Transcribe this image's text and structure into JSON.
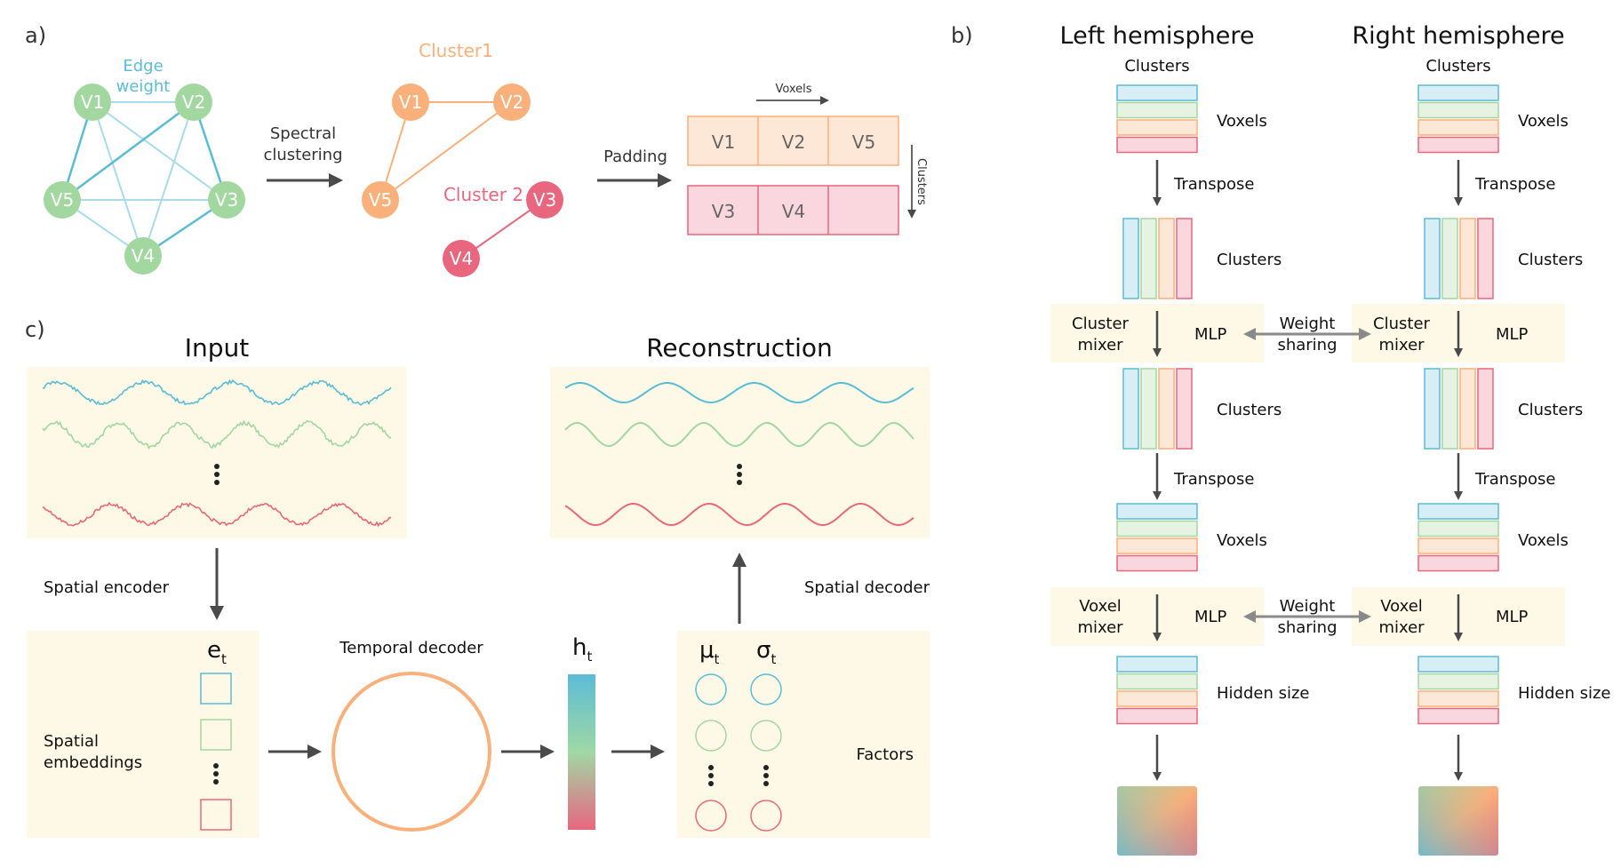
{
  "panel_labels": {
    "a": "a)",
    "b": "b)",
    "c": "c)"
  },
  "colors": {
    "green": "#a3d7a0",
    "orange": "#f9b07a",
    "pink": "#e8677f",
    "blue": "#5bbcd6",
    "cream": "#fdf9e6",
    "arrow": "#4a4a4a"
  },
  "panel_a": {
    "edge_weight": [
      "Edge",
      "weight"
    ],
    "nodes": [
      "V1",
      "V2",
      "V3",
      "V4",
      "V5"
    ],
    "spectral": [
      "Spectral",
      "clustering"
    ],
    "cluster1": "Cluster1",
    "cluster2": "Cluster 2",
    "padding": "Padding",
    "voxels": "Voxels",
    "clusters": "Clusters",
    "row1": [
      "V1",
      "V2",
      "V5"
    ],
    "row2": [
      "V3",
      "V4",
      ""
    ]
  },
  "panel_b": {
    "left_title": "Left hemisphere",
    "right_title": "Right hemisphere",
    "clusters": "Clusters",
    "voxels": "Voxels",
    "transpose": "Transpose",
    "cluster_mixer": [
      "Cluster",
      "mixer"
    ],
    "voxel_mixer": [
      "Voxel",
      "mixer"
    ],
    "mlp": "MLP",
    "weight_sharing": [
      "Weight",
      "sharing"
    ],
    "hidden_size": "Hidden size"
  },
  "panel_c": {
    "input": "Input",
    "reconstruction": "Reconstruction",
    "spatial_encoder": "Spatial encoder",
    "spatial_decoder": "Spatial decoder",
    "spatial_embeddings": [
      "Spatial",
      "embeddings"
    ],
    "temporal_decoder": "Temporal decoder",
    "factors": "Factors",
    "e_t": [
      "e",
      "t"
    ],
    "h_t": [
      "h",
      "t"
    ],
    "mu_t": [
      "μ",
      "t"
    ],
    "sigma_t": [
      "σ",
      "t"
    ]
  }
}
